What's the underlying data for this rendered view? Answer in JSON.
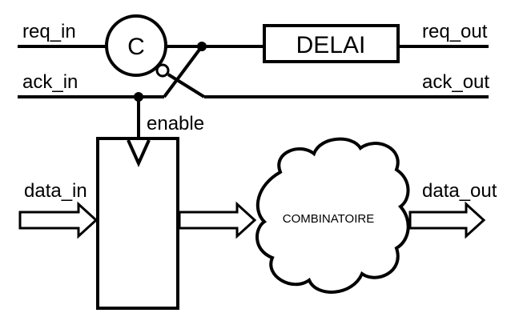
{
  "signals": {
    "req_in": "req_in",
    "ack_in": "ack_in",
    "req_out": "req_out",
    "ack_out": "ack_out",
    "enable": "enable",
    "data_in": "data_in",
    "data_out": "data_out"
  },
  "blocks": {
    "c_element": "C",
    "delay": "DELAI",
    "combinational": "COMBINATOIRE"
  },
  "colors": {
    "stroke": "#000000",
    "background": "#ffffff"
  }
}
